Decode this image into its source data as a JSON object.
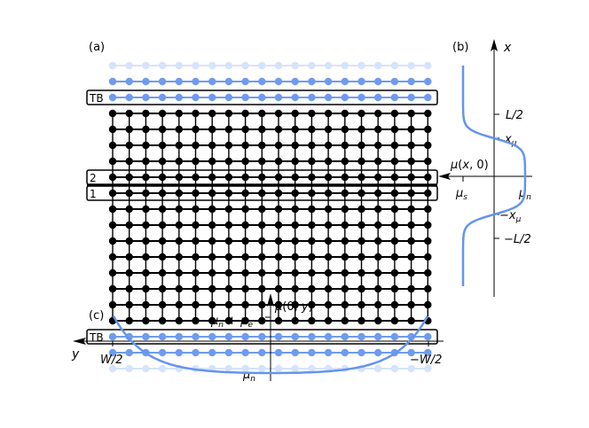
{
  "panel_a": {
    "label": "(a)",
    "lattice_rows": 14,
    "lattice_cols": 20,
    "rows": [
      {
        "style": "lead-faint"
      },
      {
        "style": "lead"
      },
      {
        "style": "lead",
        "box_label": "TB"
      },
      {
        "style": "sample"
      },
      {
        "style": "sample"
      },
      {
        "style": "sample"
      },
      {
        "style": "sample"
      },
      {
        "style": "sample",
        "box_label": "2"
      },
      {
        "style": "sample",
        "box_label": "1"
      },
      {
        "style": "sample"
      },
      {
        "style": "sample"
      },
      {
        "style": "sample"
      },
      {
        "style": "sample"
      },
      {
        "style": "sample"
      },
      {
        "style": "sample"
      },
      {
        "style": "sample"
      },
      {
        "style": "sample"
      },
      {
        "style": "lead",
        "box_label": "TB"
      },
      {
        "style": "lead"
      },
      {
        "style": "lead-faint"
      }
    ],
    "colors": {
      "sample": "#000000",
      "lead": "#6f9bef",
      "lead_faint": "#d6e3fb"
    }
  },
  "panel_b": {
    "label": "(b)",
    "axis_label": "x",
    "curve_label": "μ(x, 0)",
    "ticks_x": [
      "L/2",
      "x_μ",
      "−x_μ",
      "−L/2"
    ],
    "ticks_mu": [
      "μ_s",
      "μ_n"
    ]
  },
  "panel_c": {
    "label": "(c)",
    "axis_y_label": "y",
    "axis_mu_label": "μ(0, y)",
    "tick_left": "W/2",
    "tick_right": "−W/2",
    "level_top": "μ_n + μ_e",
    "level_bottom": "μ_n"
  },
  "colors": {
    "curve": "#6495ed"
  }
}
